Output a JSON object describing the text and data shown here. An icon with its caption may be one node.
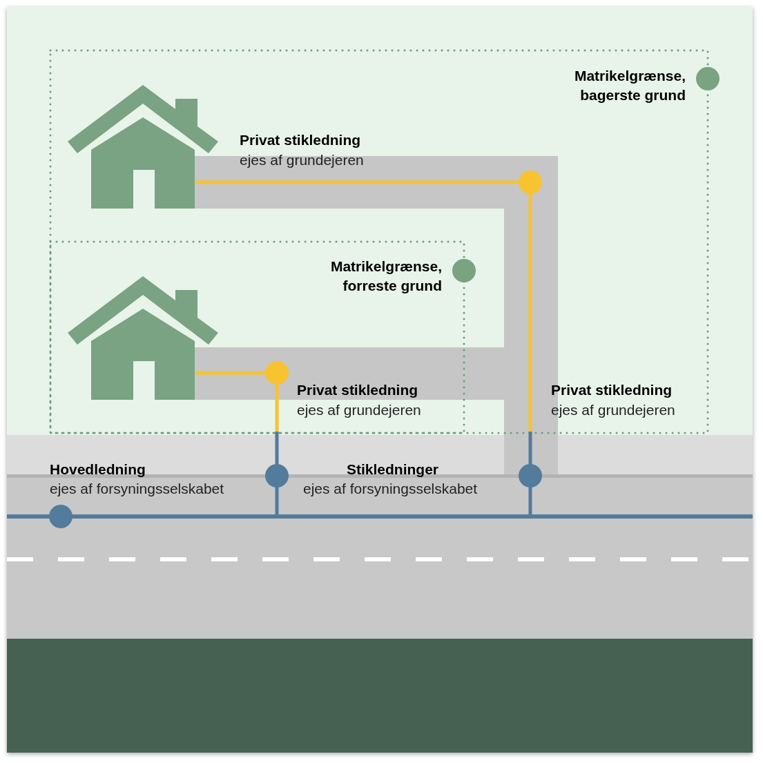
{
  "diagram": {
    "labels": [
      "Matrikelgrænse, bagerste grund",
      "Privat stikledning",
      "ejes af grundejeren",
      "Matrikelgrænse, forreste grund",
      "Privat stikledning",
      "ejes af grundejeren",
      "Privat stikledning",
      "ejes af grundejeren",
      "Hovedledning",
      "ejes af forsyningsselskabet",
      "Stikledninger",
      "ejes af forsyningsselskabet"
    ]
  }
}
